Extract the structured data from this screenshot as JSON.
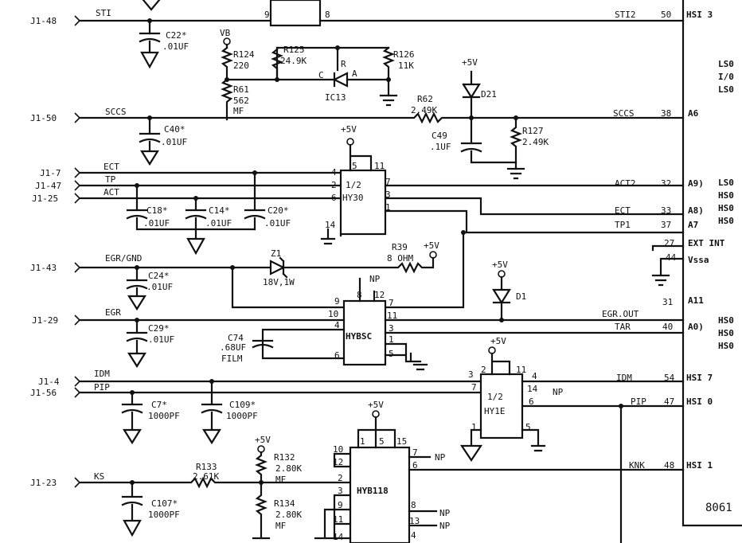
{
  "connectors": [
    {
      "ref": "J1-48",
      "signal": "STI"
    },
    {
      "ref": "J1-50",
      "signal": "SCCS"
    },
    {
      "ref": "J1-7",
      "signal": "ECT"
    },
    {
      "ref": "J1-47",
      "signal": "TP"
    },
    {
      "ref": "J1-25",
      "signal": "ACT"
    },
    {
      "ref": "J1-43",
      "signal": "EGR/GND"
    },
    {
      "ref": "J1-29",
      "signal": "EGR"
    },
    {
      "ref": "J1-4",
      "signal": "IDM"
    },
    {
      "ref": "J1-56",
      "signal": "PIP"
    },
    {
      "ref": "J1-23",
      "signal": "KS"
    }
  ],
  "capacitors": [
    {
      "ref": "C22*",
      "value": ".01UF"
    },
    {
      "ref": "C40*",
      "value": ".01UF"
    },
    {
      "ref": "C18*",
      "value": ".01UF"
    },
    {
      "ref": "C14*",
      "value": ".01UF"
    },
    {
      "ref": "C20*",
      "value": ".01UF"
    },
    {
      "ref": "C24*",
      "value": ".01UF"
    },
    {
      "ref": "C29*",
      "value": ".01UF"
    },
    {
      "ref": "C7*",
      "value": "1000PF"
    },
    {
      "ref": "C109*",
      "value": "1000PF"
    },
    {
      "ref": "C107*",
      "value": "1000PF"
    },
    {
      "ref": "C49",
      "value": ".1UF"
    },
    {
      "ref": "C74",
      "value": ".68UF",
      "note": "FILM"
    }
  ],
  "resistors": [
    {
      "ref": "R124",
      "value": "220"
    },
    {
      "ref": "R125",
      "value": "24.9K"
    },
    {
      "ref": "R126",
      "value": "11K"
    },
    {
      "ref": "R61",
      "value": "562",
      "note": "MF"
    },
    {
      "ref": "R62",
      "value": "2.49K"
    },
    {
      "ref": "R127",
      "value": "2.49K"
    },
    {
      "ref": "R39",
      "value": "8 OHM"
    },
    {
      "ref": "R133",
      "value": "2.61K"
    },
    {
      "ref": "R132",
      "value": "2.80K",
      "note": "MF"
    },
    {
      "ref": "R134",
      "value": "2.80K",
      "note": "MF"
    }
  ],
  "diodes": [
    {
      "ref": "D21"
    },
    {
      "ref": "Z1",
      "value": "18V,1W"
    },
    {
      "ref": "D1"
    }
  ],
  "ics": {
    "ic13": {
      "ref": "IC13",
      "pin_c": "C",
      "pin_r": "R",
      "pin_a": "A"
    },
    "hy30": {
      "line1": "1/2",
      "line2": "HY30",
      "pins": [
        "4",
        "5",
        "11",
        "7",
        "3",
        "1",
        "2",
        "6",
        "14"
      ]
    },
    "hybsc": {
      "label": "HYBSC",
      "pins": [
        "9",
        "8",
        "12",
        "7",
        "10",
        "11",
        "4",
        "3",
        "1",
        "6",
        "5"
      ]
    },
    "hy1e": {
      "line1": "1/2",
      "line2": "HY1E",
      "pins": [
        "3",
        "2",
        "11",
        "4",
        "7",
        "14",
        "6",
        "1",
        "5"
      ]
    },
    "hyb118": {
      "label": "HYB118",
      "pins": [
        "1",
        "5",
        "15",
        "10",
        "12",
        "7",
        "6",
        "2",
        "3",
        "9",
        "11",
        "14",
        "8",
        "13",
        "4"
      ]
    }
  },
  "supplies": {
    "vb": "VB",
    "plus5v": "+5V",
    "np": "NP"
  },
  "mcu": {
    "name": "8061",
    "pins": [
      {
        "signal": "STI2",
        "pin": "50",
        "port": "HSI 3"
      },
      {
        "signal": "SCCS",
        "pin": "38",
        "port": "A6"
      },
      {
        "signal": "ACT2",
        "pin": "32",
        "port": "A9)"
      },
      {
        "signal": "ECT",
        "pin": "33",
        "port": "A8)"
      },
      {
        "signal": "TP1",
        "pin": "37",
        "port": "A7"
      },
      {
        "signal": "",
        "pin": "27",
        "port": "EXT INT"
      },
      {
        "signal": "",
        "pin": "44",
        "port": "Vssa"
      },
      {
        "signal": "",
        "pin": "31",
        "port": "A11"
      },
      {
        "signal": "EGR.OUT",
        "pin": "",
        "port": ""
      },
      {
        "signal": "TAR",
        "pin": "40",
        "port": "A0)"
      },
      {
        "signal": "IDM",
        "pin": "54",
        "port": "HSI 7"
      },
      {
        "signal": "PIP",
        "pin": "47",
        "port": "HSI 0"
      },
      {
        "signal": "KNK",
        "pin": "48",
        "port": "HSI 1"
      }
    ],
    "side_labels": [
      "LS0",
      "I/0",
      "LS0",
      "LS0",
      "HS0",
      "HS0",
      "HS0",
      "HS0",
      "HS0",
      "HS0"
    ]
  }
}
